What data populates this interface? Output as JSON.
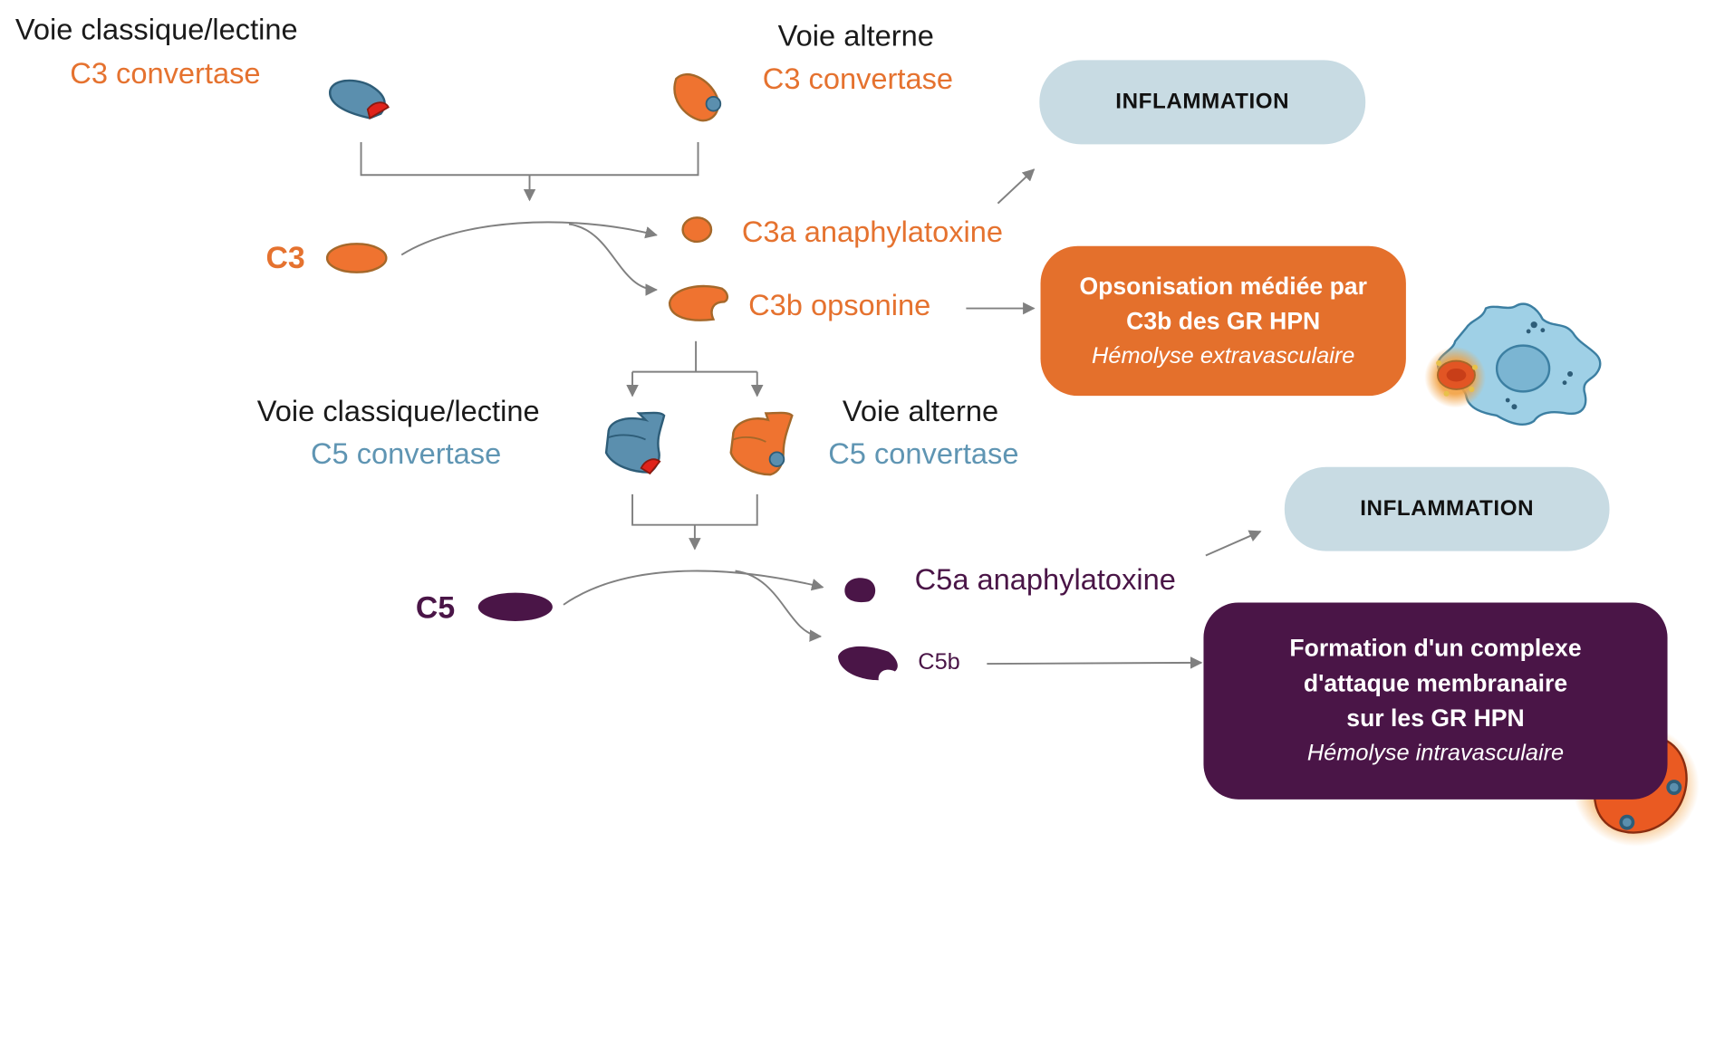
{
  "labels": {
    "c3_classic_pathway": "Voie classique/lectine",
    "c3_classic_convertase": "C3 convertase",
    "c3_alt_pathway": "Voie alterne",
    "c3_alt_convertase": "C3 convertase",
    "c3": "C3",
    "c3a": "C3a anaphylatoxine",
    "c3b": "C3b opsonine",
    "c5_classic_pathway": "Voie classique/lectine",
    "c5_classic_convertase": "C5 convertase",
    "c5_alt_pathway": "Voie alterne",
    "c5_alt_convertase": "C5 convertase",
    "c5": "C5",
    "c5a": "C5a anaphylatoxine",
    "c5b": "C5b"
  },
  "boxes": {
    "inflammation_1": "INFLAMMATION",
    "inflammation_2": "INFLAMMATION",
    "opsonisation_line1": "Opsonisation médiée par",
    "opsonisation_line2": "C3b des GR HPN",
    "opsonisation_line3": "Hémolyse extravasculaire",
    "mac_line1": "Formation d'un complexe",
    "mac_line2": "d'attaque membranaire",
    "mac_line3": "sur les GR HPN",
    "mac_line4": "Hémolyse intravasculaire"
  },
  "colors": {
    "orange": "#e5722f",
    "blue": "#5f95b3",
    "purple": "#4a1547",
    "inflammation_bg": "#c8dbe3",
    "arrow": "#808080"
  }
}
